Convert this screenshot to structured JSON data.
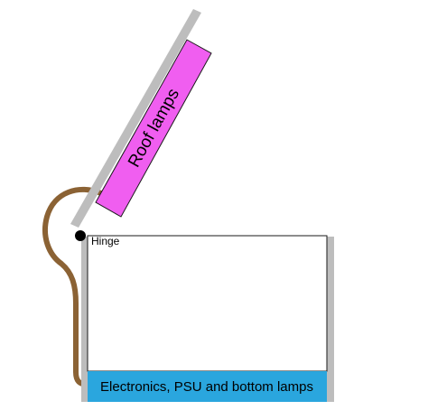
{
  "labels": {
    "roof": "Roof lamps",
    "hinge": "Hinge",
    "bottom": "Electronics, PSU and bottom lamps"
  },
  "colors": {
    "roof_panel": "#f05ef0",
    "bottom_panel": "#2aa6de",
    "frame": "#bdbdbd",
    "cable": "#8b6234",
    "hinge": "#000000",
    "outline": "#1a1a1a"
  }
}
